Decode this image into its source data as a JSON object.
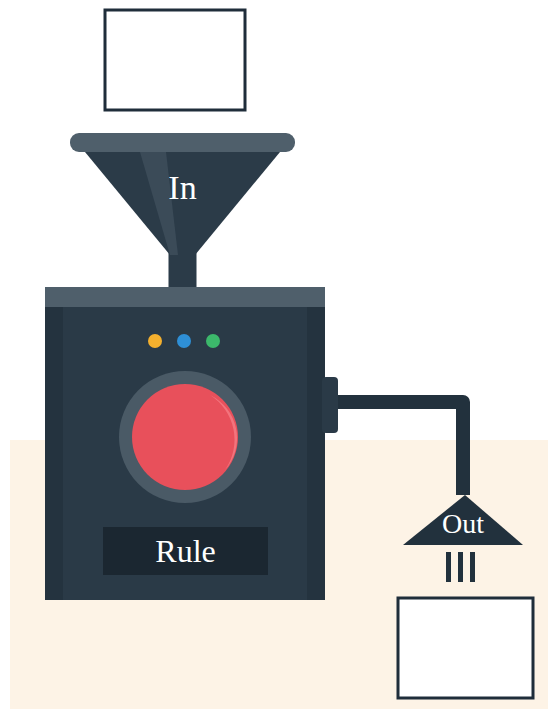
{
  "diagram": {
    "nodes": [
      {
        "text": [
          "In"
        ]
      },
      {
        "text": [
          "Rule"
        ]
      },
      {
        "text": [
          "Out"
        ]
      }
    ],
    "edges": [
      {
        "from": 0,
        "to": 1,
        "arrow": "none"
      },
      {
        "from": 1,
        "to": 2,
        "arrow": "none"
      }
    ]
  }
}
